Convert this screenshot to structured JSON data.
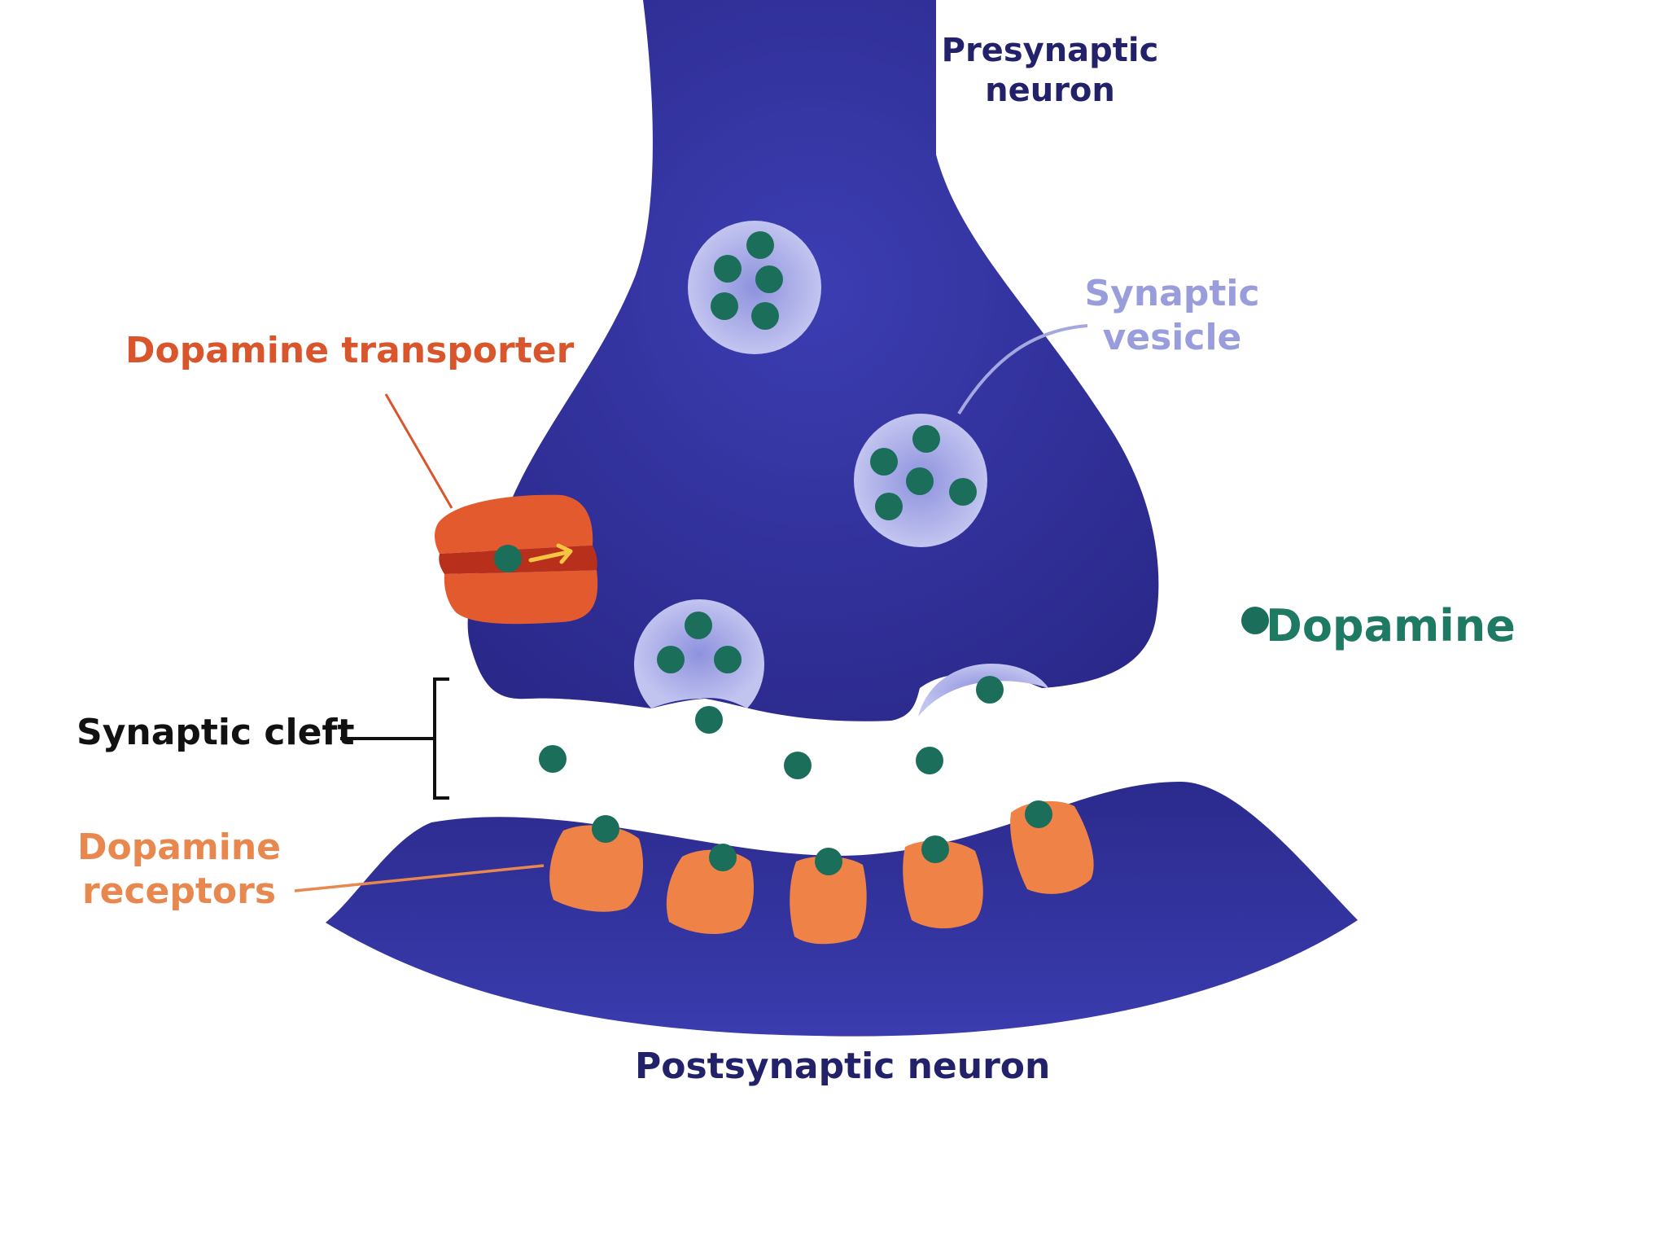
{
  "labels": {
    "presynaptic": "Presynaptic\nneuron",
    "vesicle": "Synaptic\nvesicle",
    "transporter": "Dopamine transporter",
    "dopamine": "Dopamine",
    "cleft": "Synaptic cleft",
    "receptors": "Dopamine\nreceptors",
    "postsynaptic": "Postsynaptic neuron"
  },
  "colors": {
    "neuron": "#2f2d94",
    "neuron_light": "#3b3cb0",
    "neuron_text": "#24216b",
    "vesicle": "#b3b6eb",
    "vesicle_text": "#9a9ddb",
    "dopamine": "#1b6e5a",
    "dopamine_text": "#1e7a63",
    "transporter": "#e35a2e",
    "transporter_dark": "#b8301c",
    "transporter_text": "#d9552c",
    "receptor": "#ef8246",
    "receptor_text": "#e8874e",
    "cleft_text": "#111111",
    "arrow": "#f5c542"
  }
}
